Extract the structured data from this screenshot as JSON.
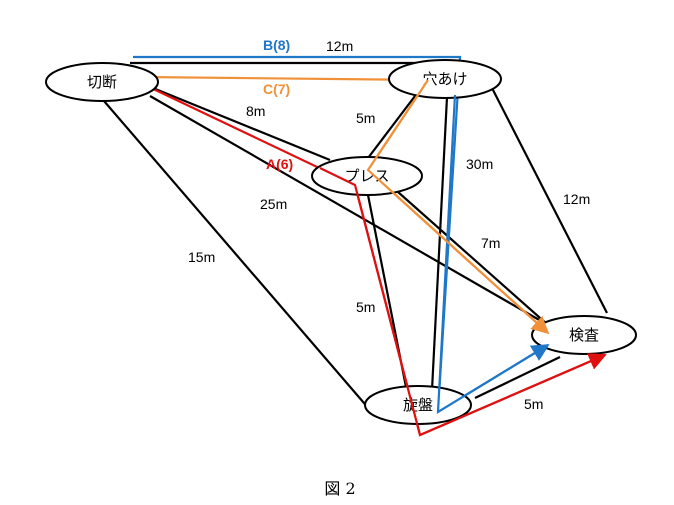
{
  "nodes": {
    "cut": "切断",
    "drill": "穴あけ",
    "press": "プレス",
    "lathe": "旋盤",
    "inspect": "検査"
  },
  "distances": {
    "cut_drill": "12m",
    "cut_press": "8m",
    "drill_press": "5m",
    "drill_lathe": "30m",
    "drill_inspect": "12m",
    "cut_inspect": "25m",
    "cut_lathe": "15m",
    "press_inspect": "7m",
    "press_lathe": "5m",
    "lathe_inspect": "5m"
  },
  "routes": {
    "a": {
      "label": "A(6)",
      "color": "#e01010"
    },
    "b": {
      "label": "B(8)",
      "color": "#1f77c8"
    },
    "c": {
      "label": "C(7)",
      "color": "#f0913a"
    }
  },
  "caption": "図 2"
}
